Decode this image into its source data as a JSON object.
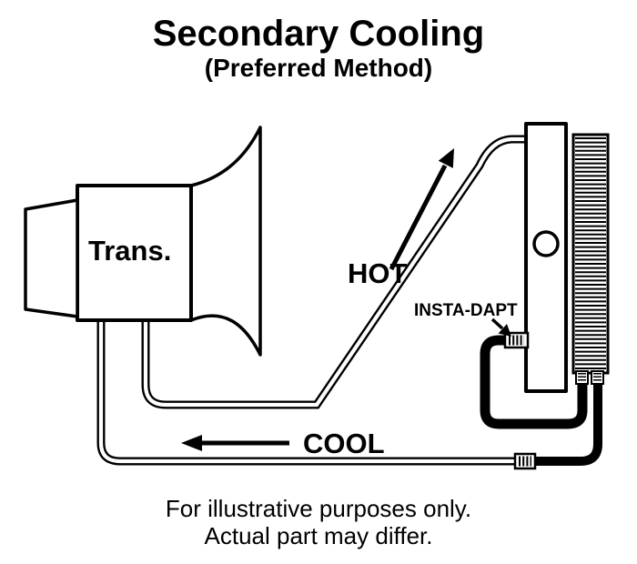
{
  "title": "Secondary Cooling",
  "subtitle": "(Preferred Method)",
  "diagram": {
    "trans_label": "Trans.",
    "hot_label": "HOT",
    "insta_dapt_label": "INSTA-DAPT",
    "cool_label": "COOL"
  },
  "footer": {
    "line1": "For illustrative purposes only.",
    "line2": "Actual part may differ."
  },
  "colors": {
    "ink": "#000000",
    "background": "#ffffff"
  }
}
